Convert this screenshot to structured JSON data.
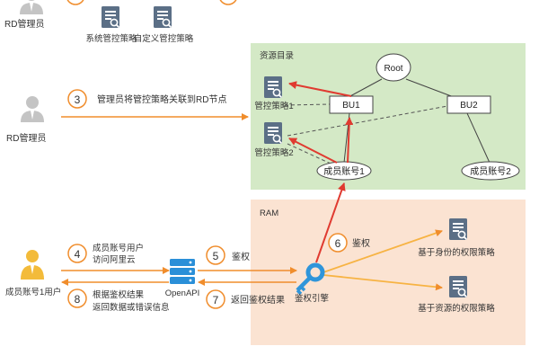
{
  "actors": {
    "rd_admin_top": "RD管理员",
    "rd_admin_mid": "RD管理员",
    "member_user": "成员账号1用户"
  },
  "policies_top": {
    "system": "系统管控策略",
    "custom": "自定义管控策略"
  },
  "resource_directory": {
    "title": "资源目录",
    "root": "Root",
    "bu1": "BU1",
    "bu2": "BU2",
    "policy1": "管控策略1",
    "policy2": "管控策略2",
    "member1": "成员账号1",
    "member2": "成员账号2"
  },
  "ram": {
    "title": "RAM",
    "auth_engine": "鉴权引擎",
    "identity_policy": "基于身份的权限策略",
    "resource_policy": "基于资源的权限策略"
  },
  "openapi": "OpenAPI",
  "steps": {
    "s3": {
      "num": "3",
      "text": "管理员将管控策略关联到RD节点"
    },
    "s4": {
      "num": "4",
      "line1": "成员账号用户",
      "line2": "访问阿里云"
    },
    "s5": {
      "num": "5",
      "text": "鉴权"
    },
    "s6": {
      "num": "6",
      "text": "鉴权"
    },
    "s7": {
      "num": "7",
      "text": "返回鉴权结果"
    },
    "s8": {
      "num": "8",
      "line1": "根据鉴权结果",
      "line2": "返回数据或错误信息"
    }
  },
  "colors": {
    "rd_panel": "#d4e9c6",
    "ram_panel": "#fbe3d2",
    "orange": "#f08d2c",
    "red": "#e03a30",
    "policy_icon": "#5b6f86",
    "ram_policy_icon": "#6a7f97",
    "server_blue": "#2a8fd8",
    "key_blue": "#2f95da",
    "person_gray": "#c4c4c4",
    "person_gold": "#f3bb3a"
  }
}
